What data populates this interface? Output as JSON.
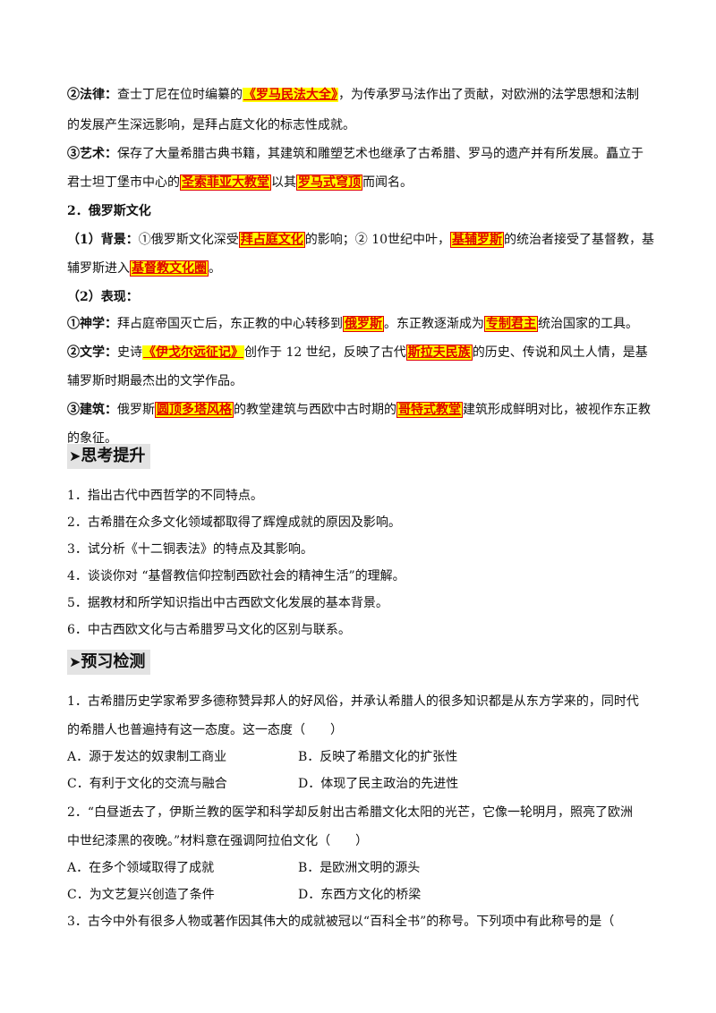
{
  "p1": {
    "label": "②法律：",
    "t1": "查士丁尼在位时编纂的",
    "h1": "《罗马民法大全》",
    "t2": "，为传承罗马法作出了贡献，对欧洲的法学思想和法制",
    "t3": "的发展产生深远影响，是拜占庭文化的标志性成就。"
  },
  "p2": {
    "label": "③艺术：",
    "t1": "保存了大量希腊古典书籍，其建筑和雕塑艺术也继承了古希腊、罗马的遗产并有所发展。矗立于",
    "t2": "君士坦丁堡市中心的",
    "h1": "圣索菲亚大教堂",
    "t3": "以其",
    "h2": "罗马式穹顶",
    "t4": "而闻名。"
  },
  "h2": "2．俄罗斯文化",
  "p3": {
    "label": "（1）背景：",
    "t1": "①俄罗斯文化深受",
    "h1": "拜占庭文化",
    "t2": "的影响；② 10世纪中叶，",
    "h2": "基辅罗斯",
    "t3": "的统治者接受了基督教，基",
    "t4": "辅罗斯进入",
    "h3": "基督教文化圈",
    "t5": "。"
  },
  "p4": {
    "label": "（2）表现："
  },
  "p5": {
    "label": "①神学：",
    "t1": "拜占庭帝国灭亡后，东正教的中心转移到",
    "h1": "俄罗斯",
    "t2": "。东正教逐渐成为",
    "h2": "专制君主",
    "t3": "统治国家的工具。"
  },
  "p6": {
    "label": "②文学：",
    "t1": "史诗",
    "h1": "《伊戈尔远征记》",
    "t2": "创作于 12 世纪，反映了古代",
    "h2": "斯拉夫民族",
    "t3": "的历史、传说和风土人情，是基",
    "t4": "辅罗斯时期最杰出的文学作品。"
  },
  "p7": {
    "label": "③建筑：",
    "t1": "俄罗斯",
    "h1": "圆顶多塔风格",
    "t2": "的教堂建筑与西欧中古时期的",
    "h2": "哥特式教堂",
    "t3": "建筑形成鲜明对比，被视作东正教",
    "t4": "的象征。"
  },
  "section1": {
    "arrow": "➤",
    "title": "思考提升"
  },
  "questions": [
    "1．指出古代中西哲学的不同特点。",
    "2．古希腊在众多文化领域都取得了辉煌成就的原因及影响。",
    "3．试分析《十二铜表法》的特点及其影响。",
    "4．谈谈你对 “基督教信仰控制西欧社会的精神生活”的理解。",
    "5．据教材和所学知识指出中古西欧文化发展的基本背景。",
    "6．中古西欧文化与古希腊罗马文化的区别与联系。"
  ],
  "section2": {
    "arrow": "➤",
    "title": "预习检测"
  },
  "q1": {
    "l1": "1．古希腊历史学家希罗多德称赞异邦人的好风俗，并承认希腊人的很多知识都是从东方学来的，同时代",
    "l2": "的希腊人也普遍持有这一态度。这一态度（　　）",
    "a": "A．源于发达的奴隶制工商业",
    "b": "B．反映了希腊文化的扩张性",
    "c": "C．有利于文化的交流与融合",
    "d": "D．体现了民主政治的先进性"
  },
  "q2": {
    "l1": "2．“白昼逝去了，伊斯兰教的医学和科学却反射出古希腊文化太阳的光芒，它像一轮明月，照亮了欧洲",
    "l2": "中世纪漆黑的夜晚。”材料意在强调阿拉伯文化（　　）",
    "a": "A．在多个领域取得了成就",
    "b": "B．是欧洲文明的源头",
    "c": "C．为文艺复兴创造了条件",
    "d": "D．东西方文化的桥梁"
  },
  "q3": {
    "l1": "3．古今中外有很多人物或著作因其伟大的成就被冠以“百科全书”的称号。下列项中有此称号的是（"
  }
}
